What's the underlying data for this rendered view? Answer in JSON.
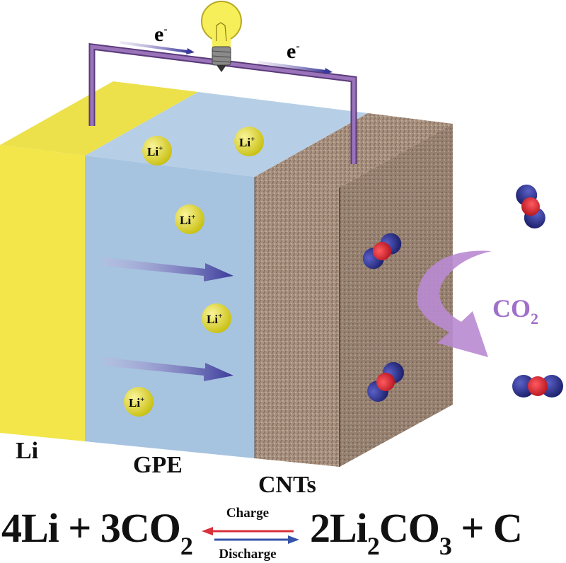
{
  "labels": {
    "li": "Li",
    "gpe": "GPE",
    "cnts": "CNTs",
    "electron_left": "e",
    "electron_right": "e",
    "electron_sup": "-",
    "co2": "CO",
    "co2_sub": "2",
    "li_ion": "Li",
    "li_ion_sup": "+"
  },
  "equation": {
    "left": "4Li + 3CO",
    "left_sub": "2",
    "right_a": "2Li",
    "right_sub1": "2",
    "right_b": "CO",
    "right_sub2": "3",
    "right_c": " + C",
    "charge": "Charge",
    "discharge": "Discharge"
  },
  "colors": {
    "lithium": "#f2e64a",
    "gpe": "#a6c3e0",
    "cnt": "#a8907e",
    "wire": "#8a64a8",
    "charge_arrow": "#d8303c",
    "discharge_arrow": "#3553a8",
    "oxygen": "#2a2f8c",
    "carbon": "#e0202e",
    "co2_arrow": "#b88ad0"
  }
}
